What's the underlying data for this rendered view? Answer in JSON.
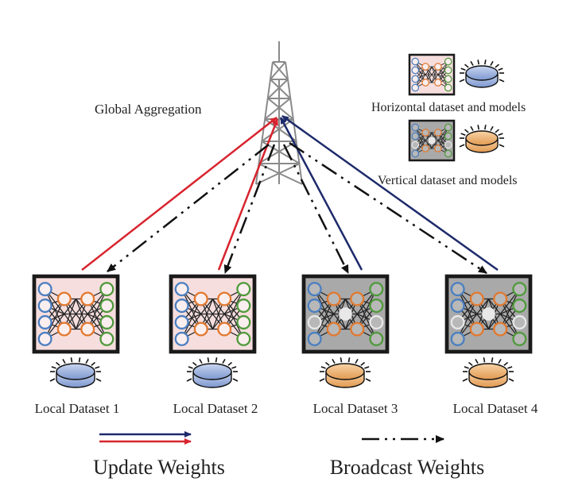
{
  "title_tower": "Global Aggregation",
  "legend_horizontal": "Horizontal dataset and models",
  "legend_vertical": "Vertical dataset and models",
  "datasets": [
    {
      "label": "Local Dataset 1",
      "kind": "horizontal"
    },
    {
      "label": "Local Dataset 2",
      "kind": "horizontal"
    },
    {
      "label": "Local Dataset 3",
      "kind": "vertical"
    },
    {
      "label": "Local Dataset 4",
      "kind": "vertical"
    }
  ],
  "legend_update": "Update Weights",
  "legend_broadcast": "Broadcast Weights",
  "colors": {
    "horizontal_fill": "#f6dede",
    "vertical_fill": "#a9a9a9",
    "horizontal_disk": "#9fb5e0",
    "vertical_disk": "#f2b877",
    "update_red": "#d8242e",
    "update_blue": "#1d2a6b",
    "broadcast": "#111111",
    "node_blue": "#4a7fc1",
    "node_orange": "#e2792e",
    "node_green": "#4f9a3b"
  }
}
